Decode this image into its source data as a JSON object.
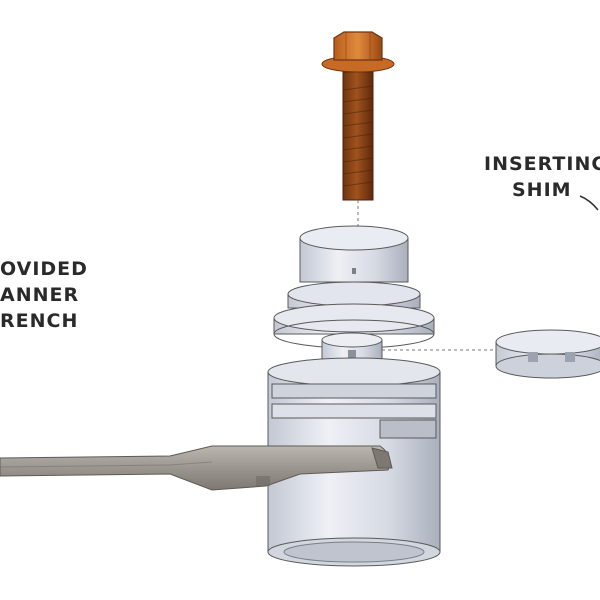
{
  "labels": {
    "wrench": {
      "line1": "OVIDED",
      "line2": "ANNER",
      "line3": "RENCH"
    },
    "shim": {
      "line1": "INSERTING",
      "line2": "SHIM"
    }
  },
  "colors": {
    "background": "#ffffff",
    "bolt": "#a0521d",
    "bolt_dark": "#5e2a0c",
    "metal_light": "#dfe3ec",
    "metal_mid": "#c3c8d4",
    "metal_dark": "#9ca2b0",
    "wrench": "#9b968f",
    "wrench_dark": "#6f6b65",
    "outline": "#5a5a5a",
    "label_text": "#2a2a2a"
  },
  "icons": {
    "bolt": "hex-flange-bolt-icon",
    "wrench": "spanner-wrench-icon",
    "shim": "shim-disc-icon"
  }
}
